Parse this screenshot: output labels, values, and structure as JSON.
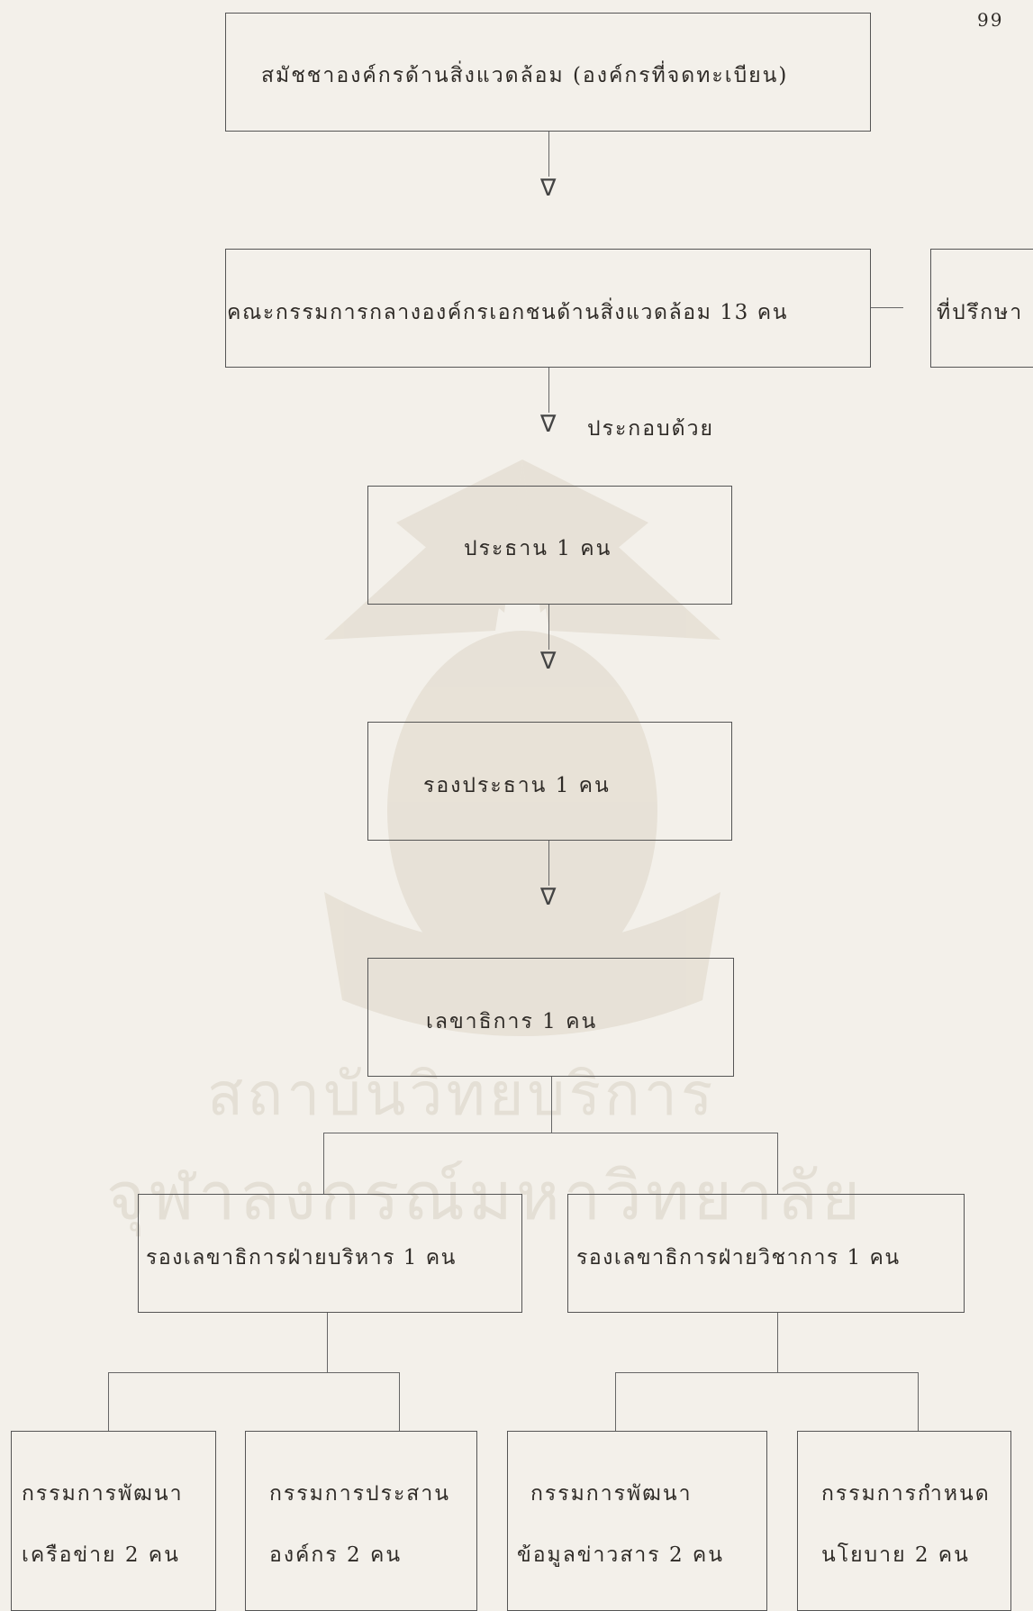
{
  "page_number": "99",
  "members": "สมัชชาองค์กรด้านสิ่งแวดล้อม (องค์กรที่จดทะเบียน)",
  "central_committee": "คณะกรรมการกลางองค์กรเอกชนด้านสิ่งแวดล้อม 13 คน",
  "advisor": "ที่ปรึกษา",
  "consists_of": "ประกอบด้วย",
  "chairman": "ประธาน 1 คน",
  "vice_chairman": "รองประธาน 1 คน",
  "secretary_general": "เลขาธิการ 1 คน",
  "deputy_admin": "รองเลขาธิการฝ่ายบริหาร 1 คน",
  "deputy_academic": "รองเลขาธิการฝ่ายวิชาการ 1 คน",
  "committees": [
    {
      "line1": "กรรมการพัฒนา",
      "line2": "เครือข่าย 2 คน"
    },
    {
      "line1": "กรรมการประสาน",
      "line2": "องค์กร 2 คน"
    },
    {
      "line1": "กรรมการพัฒนา",
      "line2": "ข้อมูลข่าวสาร 2 คน"
    },
    {
      "line1": "กรรมการกำหนด",
      "line2": "นโยบาย 2 คน"
    }
  ],
  "watermark_lines": [
    "สถาบันวิทยบริการ",
    "จุฬาลงกรณ์มหาวิทยาลัย"
  ]
}
